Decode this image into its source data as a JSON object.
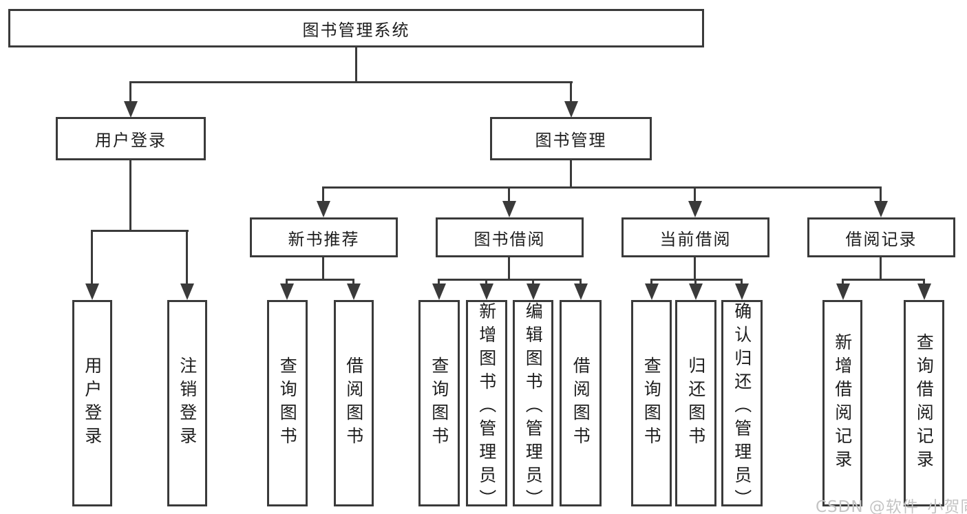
{
  "diagram": {
    "root": {
      "label": "图书管理系统",
      "children": [
        {
          "label": "用户登录",
          "children": [
            {
              "label": "用户登录"
            },
            {
              "label": "注销登录"
            }
          ]
        },
        {
          "label": "图书管理",
          "children": [
            {
              "label": "新书推荐",
              "children": [
                {
                  "label": "查询图书"
                },
                {
                  "label": "借阅图书"
                }
              ]
            },
            {
              "label": "图书借阅",
              "children": [
                {
                  "label": "查询图书"
                },
                {
                  "label": "新增图书（管理员）"
                },
                {
                  "label": "编辑图书（管理员）"
                },
                {
                  "label": "借阅图书"
                }
              ]
            },
            {
              "label": "当前借阅",
              "children": [
                {
                  "label": "查询图书"
                },
                {
                  "label": "归还图书"
                },
                {
                  "label": "确认归还（管理员）"
                }
              ]
            },
            {
              "label": "借阅记录",
              "children": [
                {
                  "label": "新增借阅记录"
                },
                {
                  "label": "查询借阅记录"
                }
              ]
            }
          ]
        }
      ]
    }
  },
  "watermark": {
    "text": "CSDN @软件_小贺同学"
  },
  "colors": {
    "line": "#3a3a3a",
    "text": "#1d1d1d",
    "watermark": "#c4c4c4",
    "background": "#ffffff"
  }
}
